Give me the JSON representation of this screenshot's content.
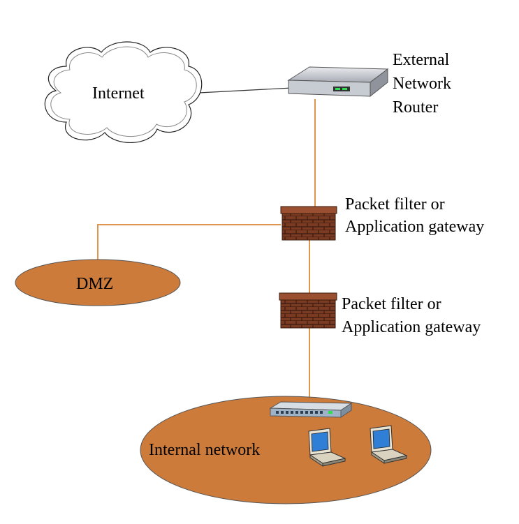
{
  "internet": {
    "label": "Internet"
  },
  "router": {
    "lines": [
      "External",
      "Network",
      "Router"
    ]
  },
  "firewall_outer": {
    "lines": [
      "Packet filter or",
      "Application gateway"
    ]
  },
  "firewall_inner": {
    "lines": [
      "Packet filter or",
      "Application gateway"
    ]
  },
  "dmz": {
    "label": "DMZ"
  },
  "internal": {
    "label": "Internal network"
  },
  "colors": {
    "link_orange": "#e0954f",
    "zone_fill": "#cd7b3b",
    "brick": "#7a3b22",
    "router_body": "#b8bcc4",
    "screen_blue": "#2f7fd6"
  }
}
